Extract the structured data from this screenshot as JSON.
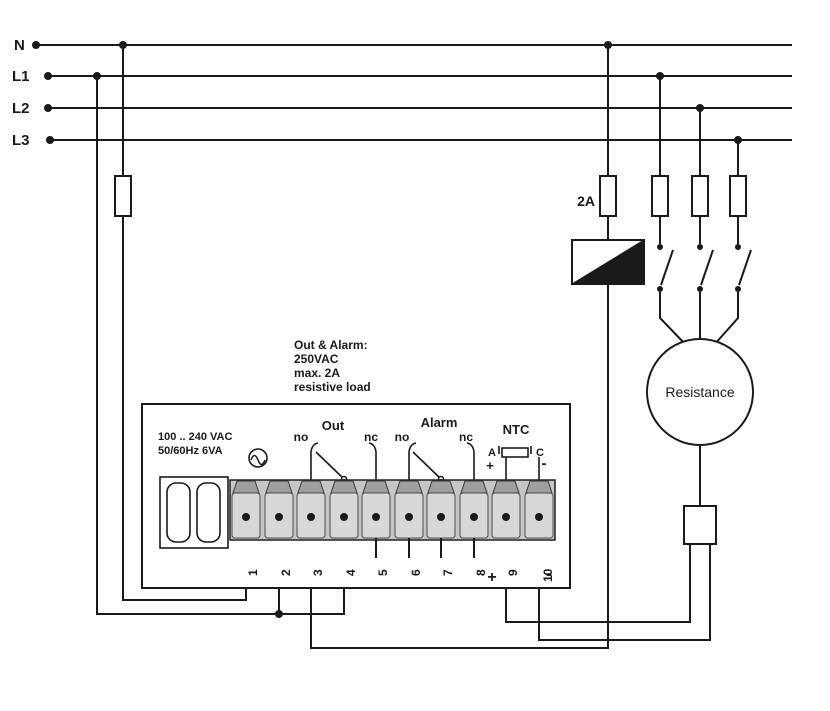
{
  "diagram": {
    "bus": {
      "n": "N",
      "l1": "L1",
      "l2": "L2",
      "l3": "L3"
    },
    "fuse": {
      "label": "2A"
    },
    "load": {
      "label": "Resistance"
    },
    "note": {
      "line1": "Out & Alarm:",
      "line2": "250VAC",
      "line3": "max. 2A",
      "line4": "resistive load"
    },
    "device": {
      "supply": {
        "line1": "100 .. 240 VAC",
        "line2": "50/60Hz 6VA"
      },
      "out": {
        "no": "no",
        "label": "Out",
        "nc": "nc"
      },
      "alarm": {
        "no": "no",
        "label": "Alarm",
        "nc": "nc"
      },
      "ntc": {
        "label": "NTC",
        "a": "A",
        "c": "C",
        "plus": "+",
        "minus": "-"
      },
      "bottom": {
        "plus": "+",
        "minus": "-"
      },
      "terminals": [
        "1",
        "2",
        "3",
        "4",
        "5",
        "6",
        "7",
        "8",
        "9",
        "10"
      ]
    },
    "colors": {
      "line": "#1a1a1a",
      "terminal_block": "#c6c6c6",
      "terminal_clamp": "#9f9f9f",
      "terminal_cell": "#d8d8d8",
      "background": "#ffffff"
    }
  }
}
